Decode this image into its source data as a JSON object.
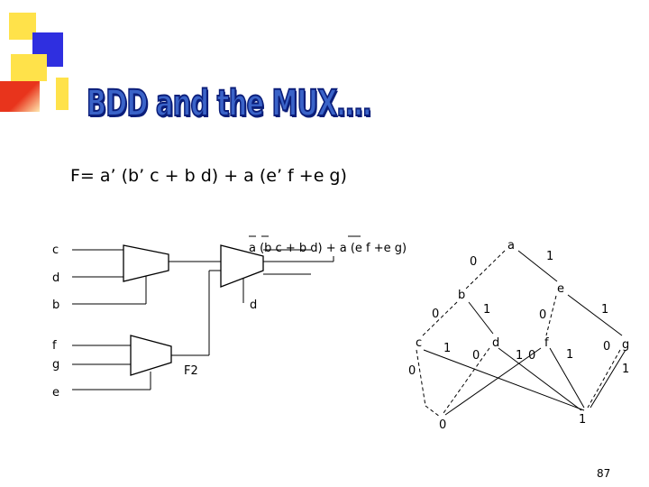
{
  "slide": {
    "title": "BDD and the MUX….",
    "formula": "F= a’ (b’ c + b d) + a (e’ f +e g)",
    "page_number": "87"
  },
  "circuit": {
    "inputs": [
      "c",
      "d",
      "b",
      "f",
      "g",
      "e"
    ],
    "mux_output_label": "a (b c + b d) + a (e f +e g)",
    "wire_labels": {
      "d_out": "d",
      "f2": "F2"
    }
  },
  "bdd": {
    "nodes": {
      "a": "a",
      "b": "b",
      "e": "e",
      "c": "c",
      "d": "d",
      "f": "f",
      "g": "g",
      "t0": "0",
      "t1": "1"
    },
    "edge_labels": {
      "a0": "0",
      "a1": "1",
      "b0": "0",
      "b1": "1",
      "e0": "0",
      "e1": "1",
      "c1": "1",
      "c0": "0",
      "d0": "0",
      "d1": "1",
      "f0": "0",
      "f1": "1",
      "g0": "0",
      "g1": "1"
    }
  },
  "colors": {
    "title_fill": "#3a63c8",
    "title_outline": "#0b1e7a",
    "deco_yellow": "#ffe24a",
    "deco_red": "#e8341c",
    "deco_blue": "#2f2fe0"
  }
}
